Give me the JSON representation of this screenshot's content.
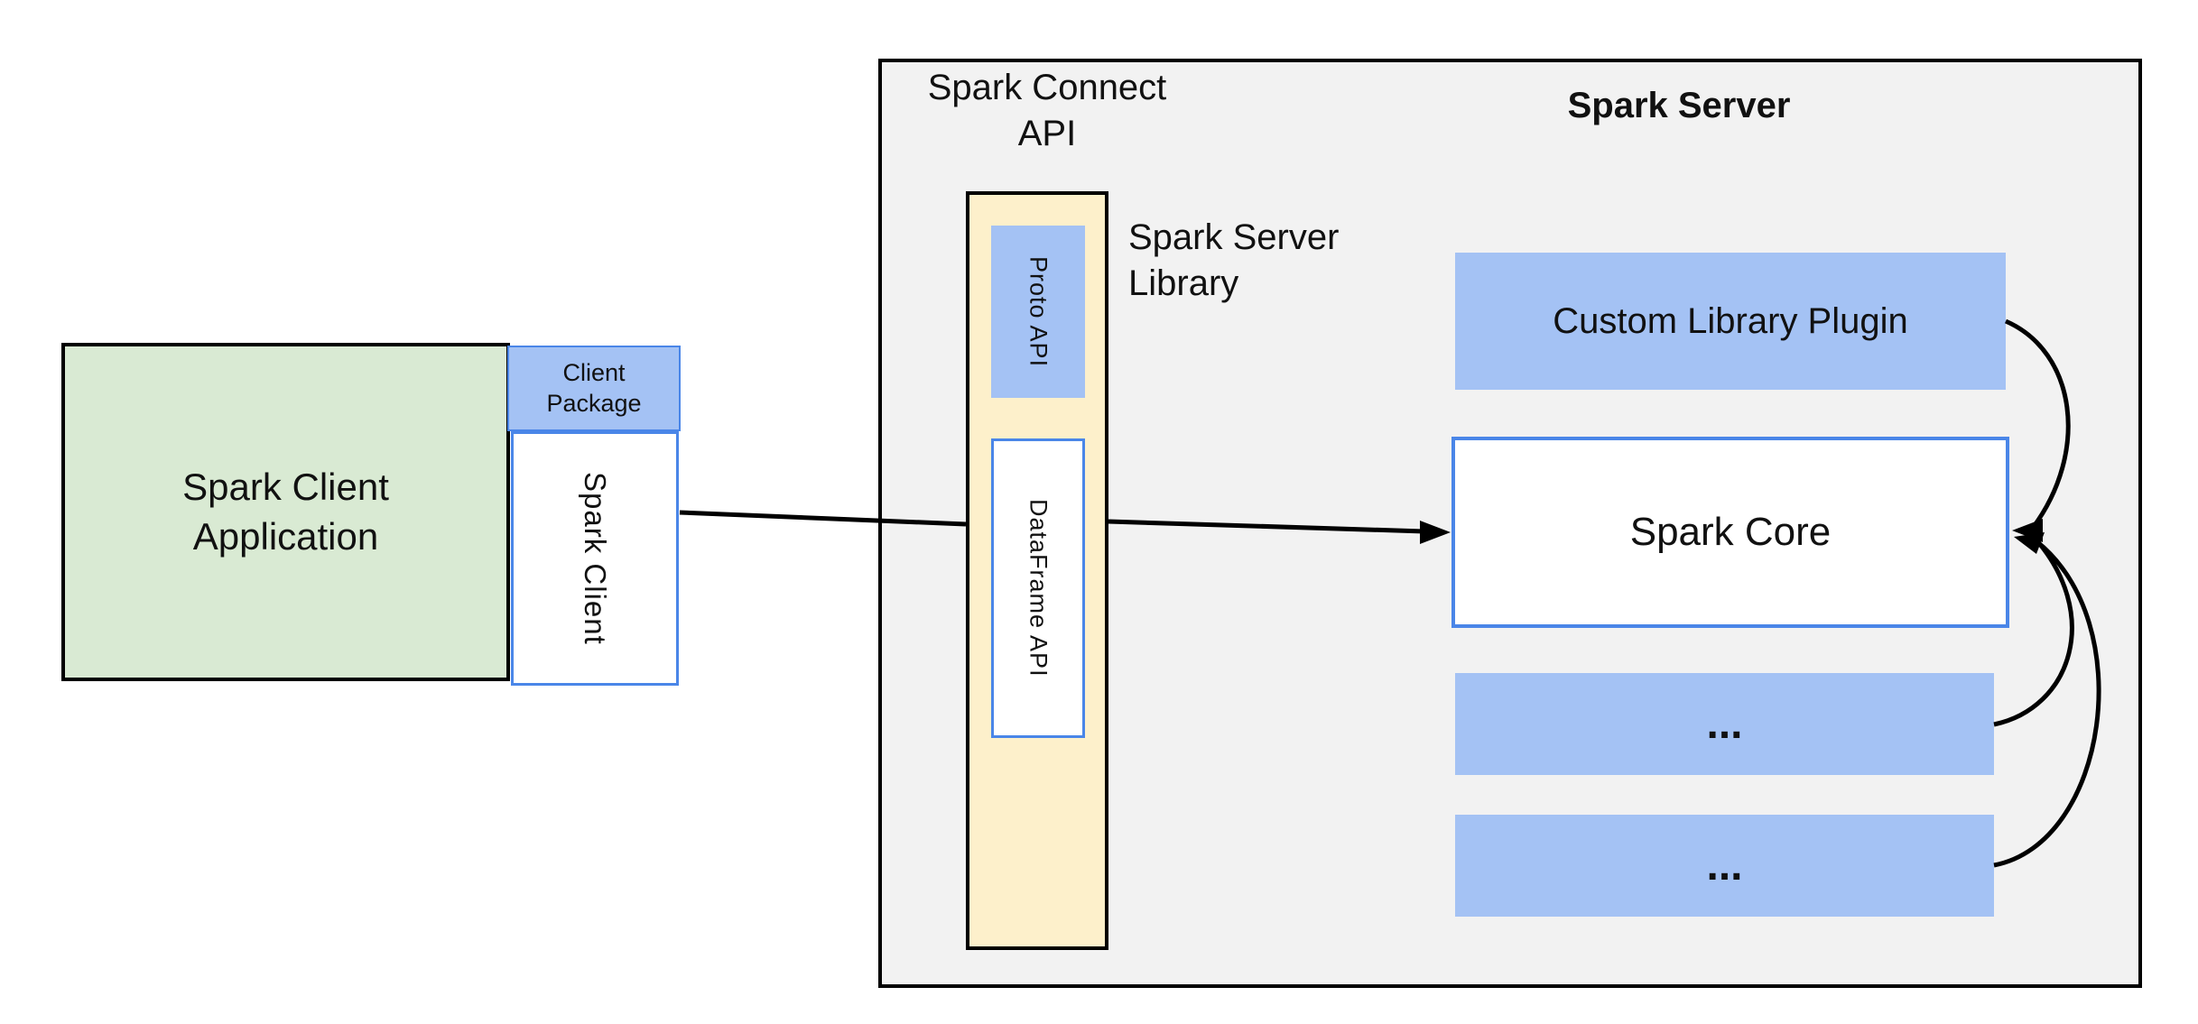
{
  "colors": {
    "green": "#d9ead3",
    "blue": "#a4c2f4",
    "blue-border": "#4a86e8",
    "yellow": "#fdf0cb",
    "gray": "#f2f2f2",
    "ink": "#111111"
  },
  "client": {
    "app_label": "Spark Client Application",
    "package_label": "Client Package",
    "spark_client_label": "Spark Client"
  },
  "connect": {
    "api_label": "Spark Connect API",
    "proto_label": "Proto API",
    "dataframe_label": "DataFrame API",
    "library_label": "Spark Server Library"
  },
  "server": {
    "title": "Spark Server",
    "plugin_label": "Custom Library Plugin",
    "core_label": "Spark Core",
    "more_1": "...",
    "more_2": "..."
  }
}
